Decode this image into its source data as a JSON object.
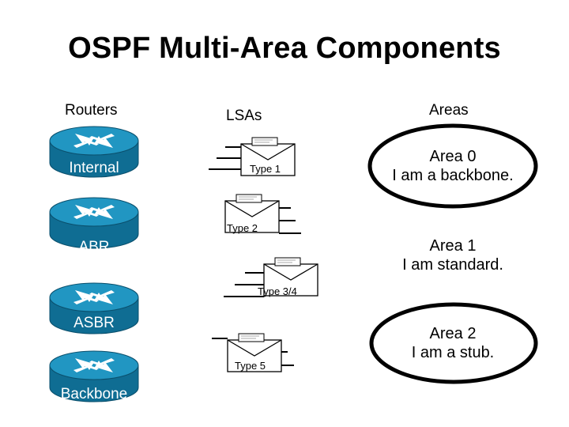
{
  "title": "OSPF Multi-Area Components",
  "columns": {
    "routers": "Routers",
    "lsas": "LSAs",
    "areas": "Areas"
  },
  "routers": [
    {
      "label": "Internal"
    },
    {
      "label": "ABR"
    },
    {
      "label": "ASBR"
    },
    {
      "label": "Backbone"
    }
  ],
  "lsas": [
    {
      "label": "Type 1"
    },
    {
      "label": "Type 2"
    },
    {
      "label": "Type 3/4"
    },
    {
      "label": "Type 5"
    }
  ],
  "areas": [
    {
      "name": "Area 0",
      "desc": "I am a backbone."
    },
    {
      "name": "Area 1",
      "desc": "I am standard."
    },
    {
      "name": "Area 2",
      "desc": "I am a stub."
    }
  ],
  "colors": {
    "router_top": "#1a8fb8",
    "router_side": "#0f6d93",
    "text": "#000000"
  },
  "icons": [
    "router-icon",
    "envelope-icon",
    "area-ellipse"
  ]
}
